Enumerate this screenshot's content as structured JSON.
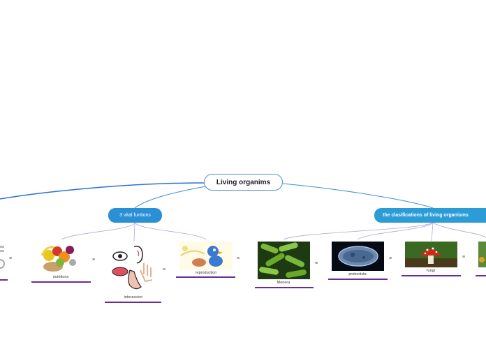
{
  "root": {
    "label": "Living organims"
  },
  "branches": {
    "vital": {
      "label": "3 vital funtions"
    },
    "classes": {
      "label": "the clasifications of living organisms"
    }
  },
  "leaves": {
    "nutritions": "nutritions",
    "interaccion": "interaccion",
    "reproduction": "reproduction",
    "monera": "Monera",
    "protoctista": "protoctista",
    "fungi": "fungi"
  },
  "icons": {
    "menu": "≡"
  },
  "colors": {
    "root_border": "#4a90d9",
    "branch_blue": "#2b8fd6",
    "connector_purple": "#a78bd0",
    "underline_purple": "#6a2b9a"
  }
}
